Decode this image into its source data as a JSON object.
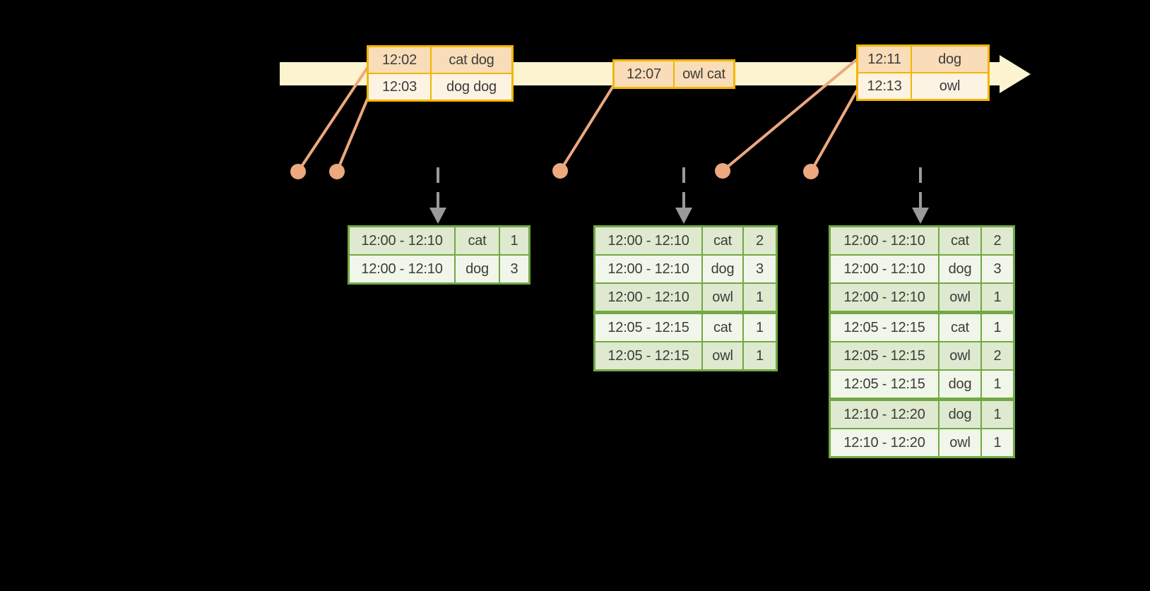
{
  "colors": {
    "background": "#000000",
    "timeline_band": "#fcf3d0",
    "event_table_border": "#f2b600",
    "event_row_dark": "#f9ddb8",
    "event_row_light": "#fdf3e3",
    "connector_orange": "#eda87e",
    "result_table_border": "#72a844",
    "result_row_tinted": "#dfe9cf",
    "result_row_light": "#f1f6ea",
    "trigger_arrow_gray": "#9a9a9a",
    "text": "#3c3c3c"
  },
  "icons": {
    "timeline_arrowhead": "▶",
    "trigger_arrow": "▼",
    "event_dot": "●"
  },
  "event_tables": [
    {
      "rows": [
        {
          "time": "12:02",
          "words": "cat dog"
        },
        {
          "time": "12:03",
          "words": "dog dog"
        }
      ]
    },
    {
      "rows": [
        {
          "time": "12:07",
          "words": "owl cat"
        }
      ]
    },
    {
      "rows": [
        {
          "time": "12:11",
          "words": "dog"
        },
        {
          "time": "12:13",
          "words": "owl"
        }
      ]
    }
  ],
  "result_tables": [
    {
      "rows": [
        {
          "window": "12:00 - 12:10",
          "word": "cat",
          "count": "1"
        },
        {
          "window": "12:00 - 12:10",
          "word": "dog",
          "count": "3"
        }
      ]
    },
    {
      "rows": [
        {
          "window": "12:00 - 12:10",
          "word": "cat",
          "count": "2"
        },
        {
          "window": "12:00 - 12:10",
          "word": "dog",
          "count": "3"
        },
        {
          "window": "12:00 - 12:10",
          "word": "owl",
          "count": "1"
        },
        {
          "window": "12:05 - 12:15",
          "word": "cat",
          "count": "1"
        },
        {
          "window": "12:05 - 12:15",
          "word": "owl",
          "count": "1"
        }
      ]
    },
    {
      "rows": [
        {
          "window": "12:00 - 12:10",
          "word": "cat",
          "count": "2"
        },
        {
          "window": "12:00 - 12:10",
          "word": "dog",
          "count": "3"
        },
        {
          "window": "12:00 - 12:10",
          "word": "owl",
          "count": "1"
        },
        {
          "window": "12:05 - 12:15",
          "word": "cat",
          "count": "1"
        },
        {
          "window": "12:05 - 12:15",
          "word": "owl",
          "count": "2"
        },
        {
          "window": "12:05 - 12:15",
          "word": "dog",
          "count": "1"
        },
        {
          "window": "12:10 - 12:20",
          "word": "dog",
          "count": "1"
        },
        {
          "window": "12:10 - 12:20",
          "word": "owl",
          "count": "1"
        }
      ]
    }
  ]
}
